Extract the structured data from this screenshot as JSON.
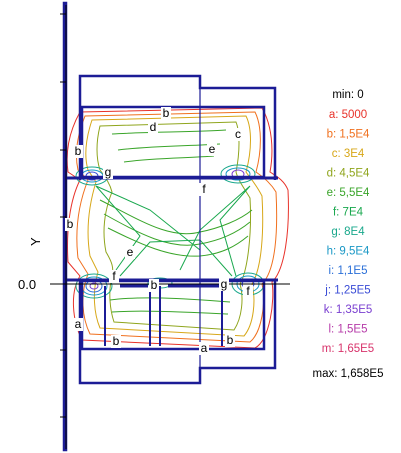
{
  "axis": {
    "y_label": "Y",
    "y_zero_label": "0.0"
  },
  "legend": {
    "min_text": "min: 0",
    "max_text": "max: 1,658E5",
    "levels": [
      {
        "text": "a: 5000",
        "color": "#e8322a"
      },
      {
        "text": "b: 1,5E4",
        "color": "#f0701e"
      },
      {
        "text": "c: 3E4",
        "color": "#d7a718"
      },
      {
        "text": "d: 4,5E4",
        "color": "#8fa51c"
      },
      {
        "text": "e: 5,5E4",
        "color": "#3aa52a"
      },
      {
        "text": "f: 7E4",
        "color": "#19a84e"
      },
      {
        "text": "g: 8E4",
        "color": "#1aa88c"
      },
      {
        "text": "h: 9,5E4",
        "color": "#1a98c6"
      },
      {
        "text": "i: 1,1E5",
        "color": "#2a6fd8"
      },
      {
        "text": "j: 1,25E5",
        "color": "#3a4cd6"
      },
      {
        "text": "k: 1,35E5",
        "color": "#7a3fd0"
      },
      {
        "text": "l: 1,5E5",
        "color": "#b63aa8"
      },
      {
        "text": "m: 1,65E5",
        "color": "#d8336b"
      }
    ]
  },
  "contour_labels": [
    {
      "id": "b_top",
      "text": "b"
    },
    {
      "id": "d_top",
      "text": "d"
    },
    {
      "id": "c_right",
      "text": "c"
    },
    {
      "id": "e_right",
      "text": "e"
    },
    {
      "id": "b_left_up",
      "text": "b"
    },
    {
      "id": "g_left_up",
      "text": "g"
    },
    {
      "id": "f_center_up",
      "text": "f"
    },
    {
      "id": "b_left_mid",
      "text": "b"
    },
    {
      "id": "e_center",
      "text": "e"
    },
    {
      "id": "f_left_low",
      "text": "f"
    },
    {
      "id": "b_center_low",
      "text": "b"
    },
    {
      "id": "g_right_low",
      "text": "g"
    },
    {
      "id": "f_right_low",
      "text": "f"
    },
    {
      "id": "a_left_low",
      "text": "a"
    },
    {
      "id": "b_bottom_l",
      "text": "b"
    },
    {
      "id": "a_bottom",
      "text": "a"
    },
    {
      "id": "b_bottom_r",
      "text": "b"
    }
  ],
  "colors": {
    "structure": "#1c1c96",
    "axis": "#000000"
  }
}
